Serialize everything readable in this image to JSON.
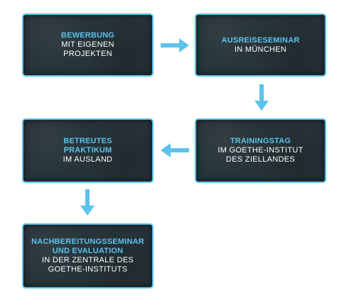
{
  "colors": {
    "accent": "#5bc3ec",
    "box_background": "#253237",
    "text": "#ffffff"
  },
  "steps": [
    {
      "title": "BEWERBUNG",
      "subtitle": "MIT EIGENEN\nPROJEKTEN"
    },
    {
      "title": "AUSREISESEMINAR",
      "subtitle": "IN MÜNCHEN"
    },
    {
      "title": "TRAININGSTAG",
      "subtitle": "IM GOETHE-INSTITUT\nDES ZIELLANDES"
    },
    {
      "title": "BETREUTES\nPRAKTIKUM",
      "subtitle": "IM AUSLAND"
    },
    {
      "title": "NACHBEREITUNGSSEMINAR\nUND EVALUATION",
      "subtitle": "IN DER ZENTRALE DES\nGOETHE-INSTITUTS"
    }
  ],
  "arrows": [
    {
      "direction": "right"
    },
    {
      "direction": "down"
    },
    {
      "direction": "left"
    },
    {
      "direction": "down"
    }
  ]
}
